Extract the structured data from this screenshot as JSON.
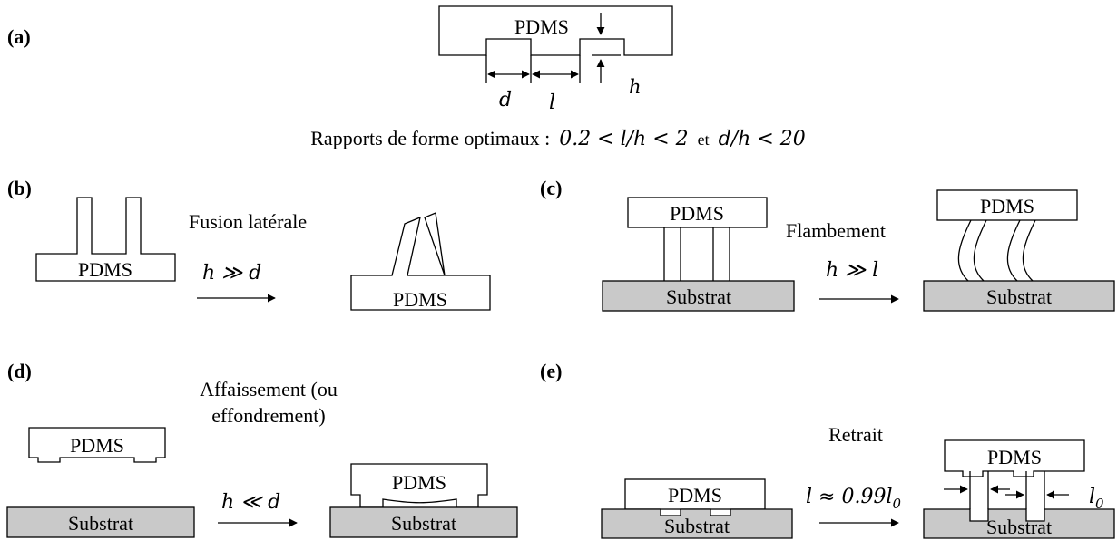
{
  "labels": {
    "a": "(a)",
    "b": "(b)",
    "c": "(c)",
    "d": "(d)",
    "e": "(e)"
  },
  "material": {
    "pdms": "PDMS",
    "substrate": "Substrat"
  },
  "panel_a": {
    "dim_d": "d",
    "dim_l": "l",
    "dim_h": "h",
    "ratio_prefix": "Rapports de forme optimaux :",
    "ratio_1": "0.2 < l/h < 2",
    "ratio_joiner": "et",
    "ratio_2": "d/h < 20"
  },
  "panel_b": {
    "title": "Fusion latérale",
    "condition": "h ≫ d"
  },
  "panel_c": {
    "title": "Flambement",
    "condition": "h ≫ l"
  },
  "panel_d": {
    "title_line1": "Affaissement (ou",
    "title_line2": "effondrement)",
    "condition": "h ≪ d"
  },
  "panel_e": {
    "title": "Retrait",
    "condition": "l ≈ 0.99l",
    "condition_sub": "0",
    "l0": "l",
    "l0_sub": "0"
  }
}
